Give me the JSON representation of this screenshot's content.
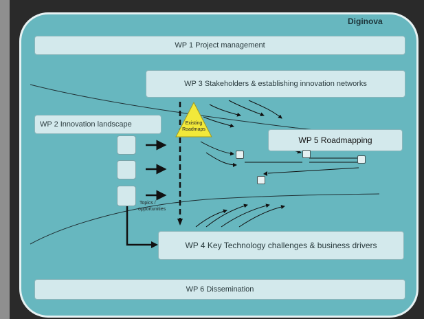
{
  "brand": "Diginova",
  "wp1": "WP 1 Project management",
  "wp2": "WP 2 Innovation landscape",
  "wp3": "WP 3  Stakeholders & establishing innovation networks",
  "wp4": "WP 4 Key Technology challenges &  business drivers",
  "wp5": "WP 5 Roadmapping",
  "wp6": "WP 6 Dissemination",
  "triangle_label_1": "Existing",
  "triangle_label_2": "Roadmaps",
  "topics_label_1": "Topics /",
  "topics_label_2": "opportunities",
  "colors": {
    "panel": "#67b7bf",
    "box": "#d3e9ec",
    "triangle": "#f2e93a"
  }
}
